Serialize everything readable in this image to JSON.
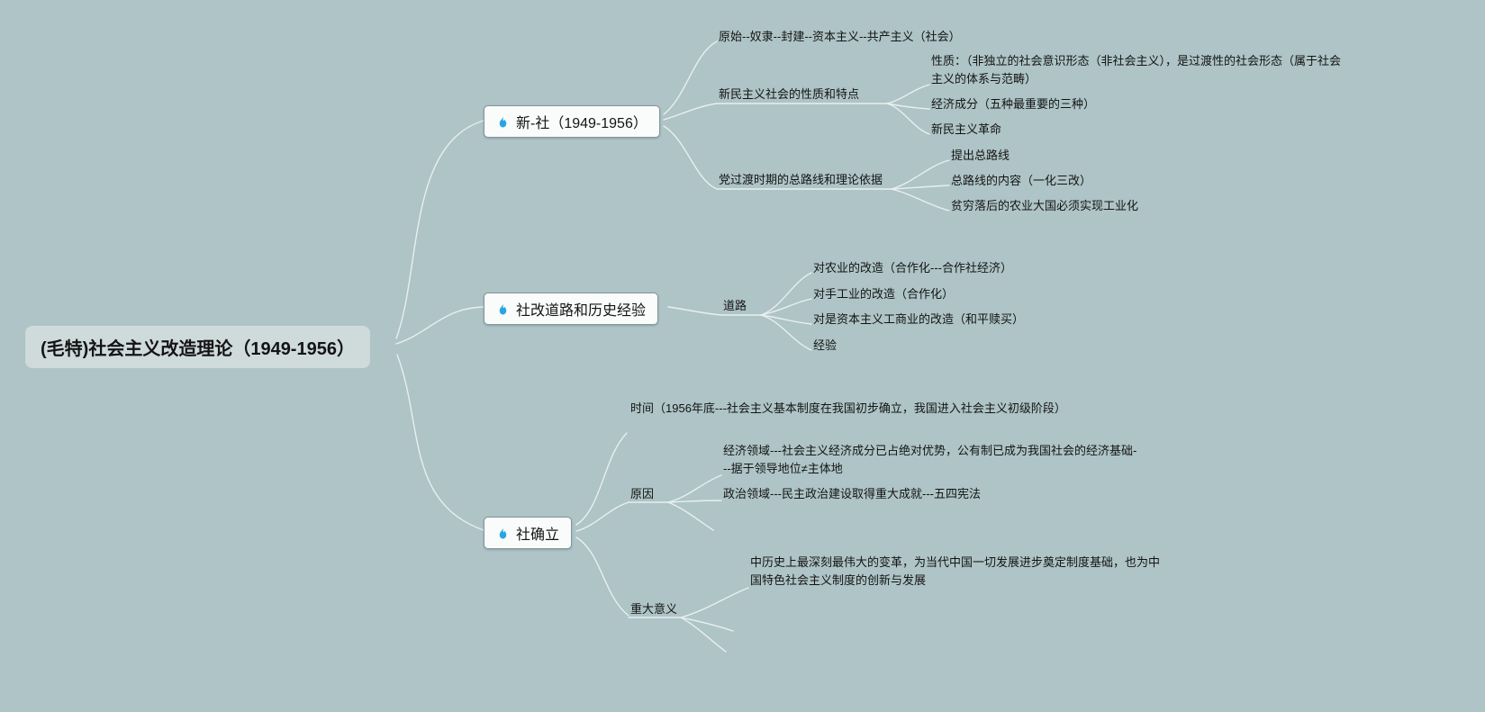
{
  "colors": {
    "background": "#aec4c6",
    "connector": "#e9efef",
    "accent_flame": "#29a5e1",
    "node_bg": "#fafbfb",
    "root_bg": "#cfdadb",
    "text": "#141414"
  },
  "root": {
    "label": "(毛特)社会主义改造理论（1949-1956）"
  },
  "branches": [
    {
      "label": "新-社（1949-1956）",
      "icon": "flame-icon",
      "children": [
        {
          "label": "原始--奴隶--封建--资本主义--共产主义（社会）"
        },
        {
          "label": "新民主义社会的性质和特点",
          "children": [
            {
              "label": "性质：（非独立的社会意识形态（非社会主义），是过渡性的社会形态（属于社会主义的体系与范畴）"
            },
            {
              "label": "经济成分（五种最重要的三种）"
            },
            {
              "label": "新民主义革命"
            }
          ]
        },
        {
          "label": "党过渡时期的总路线和理论依据",
          "children": [
            {
              "label": "提出总路线"
            },
            {
              "label": "总路线的内容（一化三改）"
            },
            {
              "label": "贫穷落后的农业大国必须实现工业化"
            }
          ]
        }
      ]
    },
    {
      "label": "社改道路和历史经验",
      "icon": "flame-icon",
      "children": [
        {
          "label": "道路",
          "children": [
            {
              "label": "对农业的改造（合作化---合作社经济）"
            },
            {
              "label": "对手工业的改造（合作化）"
            },
            {
              "label": "对是资本主义工商业的改造（和平赎买）"
            },
            {
              "label": "经验"
            }
          ]
        }
      ]
    },
    {
      "label": "社确立",
      "icon": "flame-icon",
      "children": [
        {
          "label": "时间（1956年底---社会主义基本制度在我国初步确立，我国进入社会主义初级阶段）"
        },
        {
          "label": "原因",
          "children": [
            {
              "label": "经济领域---社会主义经济成分已占绝对优势，公有制已成为我国社会的经济基础---据于领导地位≠主体地"
            },
            {
              "label": "政治领域---民主政治建设取得重大成就---五四宪法"
            }
          ]
        },
        {
          "label": "重大意义",
          "children": [
            {
              "label": "中历史上最深刻最伟大的变革，为当代中国一切发展进步奠定制度基础，也为中国特色社会主义制度的创新与发展"
            }
          ]
        }
      ]
    }
  ]
}
